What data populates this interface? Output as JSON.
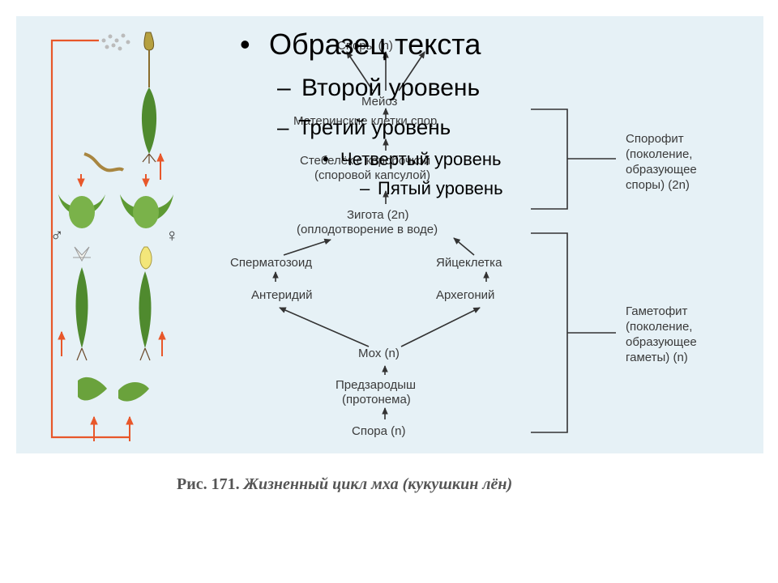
{
  "cycle_nodes": {
    "spores": "Споры (n)",
    "meiosis": "Мейоз",
    "mother_cells": "Материнские клетки спор",
    "stalk_capsule": "Стебелёк с коробочкой",
    "stalk_capsule2": "(споровой капсулой)",
    "zygote": "Зигота (2n)",
    "zygote2": "(оплодотворение в воде)",
    "sperm": "Сперматозоид",
    "egg": "Яйцеклетка",
    "antheridium": "Антеридий",
    "archegonium": "Архегоний",
    "moss": "Мох (n)",
    "protonema": "Предзародыш",
    "protonema2": "(протонема)",
    "spore": "Спора (n)"
  },
  "brackets": {
    "sporophyte": "Спорофит\n(поколение,\nобразующее\nспоры) (2n)",
    "gametophyte": "Гаметофит\n(поколение,\nобразующее\nгаметы) (n)"
  },
  "symbols": {
    "male": "♂",
    "female": "♀"
  },
  "caption": {
    "number": "Рис. 171.",
    "text": "Жизненный цикл мха (кукушкин лён)"
  },
  "placeholder": {
    "level1": "Образец текста",
    "level2": "Второй уровень",
    "level3": "Третий уровень",
    "level4": "Четвертый уровень",
    "level5": "Пятый уровень",
    "bullet1": "•",
    "bullet2": "–",
    "bullet3": "–",
    "bullet4": "•",
    "bullet5": "–"
  },
  "colors": {
    "panel": "#e6f1f6",
    "arrow_orange": "#e8572a",
    "plant_green": "#3f7a2a",
    "text": "#3a3a3a"
  }
}
